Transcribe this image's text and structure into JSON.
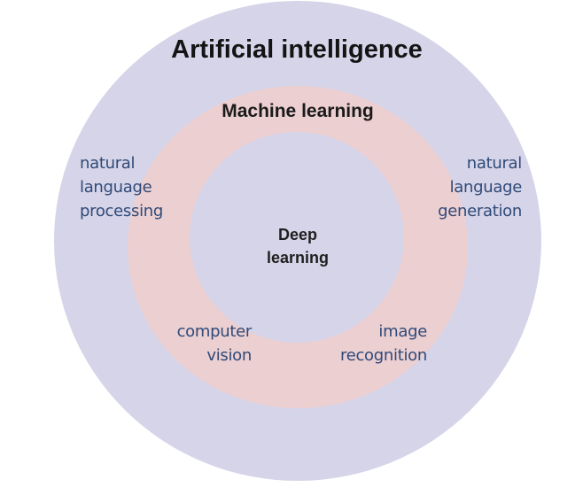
{
  "diagram": {
    "title": "Artificial intelligence",
    "layers": [
      {
        "id": "ai",
        "label": "Artificial intelligence",
        "color": "#d6d4e8"
      },
      {
        "id": "ml",
        "label": "Machine learning",
        "color": "#eccfd1"
      },
      {
        "id": "dl",
        "label": "Deep learning",
        "label_lines": [
          "Deep",
          "learning"
        ],
        "color": "#d6d4e8"
      }
    ],
    "applications": {
      "nlp": {
        "lines": [
          "natural",
          "language",
          "processing"
        ]
      },
      "nlg": {
        "lines": [
          "natural",
          "language",
          "generation"
        ]
      },
      "cv": {
        "lines": [
          "computer",
          "vision"
        ]
      },
      "ir": {
        "lines": [
          "image",
          "recognition"
        ]
      }
    },
    "colors": {
      "background": "#ffffff",
      "outer": "#d6d4e8",
      "middle": "#eccfd1",
      "inner": "#d6d4e8",
      "heading_text": "#141414",
      "application_text": "#2f4a78"
    }
  }
}
